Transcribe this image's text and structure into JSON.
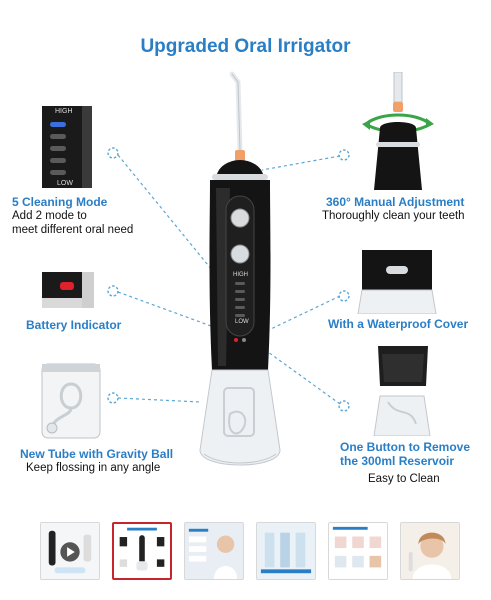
{
  "title": "Upgraded Oral Irrigator",
  "features": {
    "cleaning_mode": {
      "title": "5 Cleaning Mode",
      "desc_line1": "Add 2 mode to",
      "desc_line2": "meet different oral need"
    },
    "battery": {
      "title": "Battery Indicator"
    },
    "tube": {
      "title": "New Tube with Gravity Ball",
      "desc": "Keep flossing in any angle"
    },
    "adjustment": {
      "title": "360° Manual Adjustment",
      "desc": "Thoroughly clean your teeth"
    },
    "cover": {
      "title": "With a Waterproof Cover"
    },
    "reservoir": {
      "title_line1": "One Button to Remove",
      "title_line2": "the 300ml Reservoir",
      "desc": "Easy to Clean"
    }
  },
  "device": {
    "label_high": "HIGH",
    "label_low": "LOW"
  },
  "panel": {
    "label_high": "HIGH",
    "label_low": "LOW"
  },
  "colors": {
    "accent": "#2a7ec6",
    "device_body": "#141414",
    "led": "#3b6fe0",
    "battery_red": "#e0202a",
    "nozzle_tip": "#f2a06a",
    "thumb_selected": "#c7252d"
  },
  "thumbnails": [
    {
      "icon": "video-play-icon",
      "selected": false
    },
    {
      "icon": "product-diagram-icon",
      "selected": true
    },
    {
      "icon": "woman-smiling-icon",
      "selected": false
    },
    {
      "icon": "product-tubes-icon",
      "selected": false
    },
    {
      "icon": "nozzle-kit-icon",
      "selected": false
    },
    {
      "icon": "woman-portrait-icon",
      "selected": false
    }
  ]
}
